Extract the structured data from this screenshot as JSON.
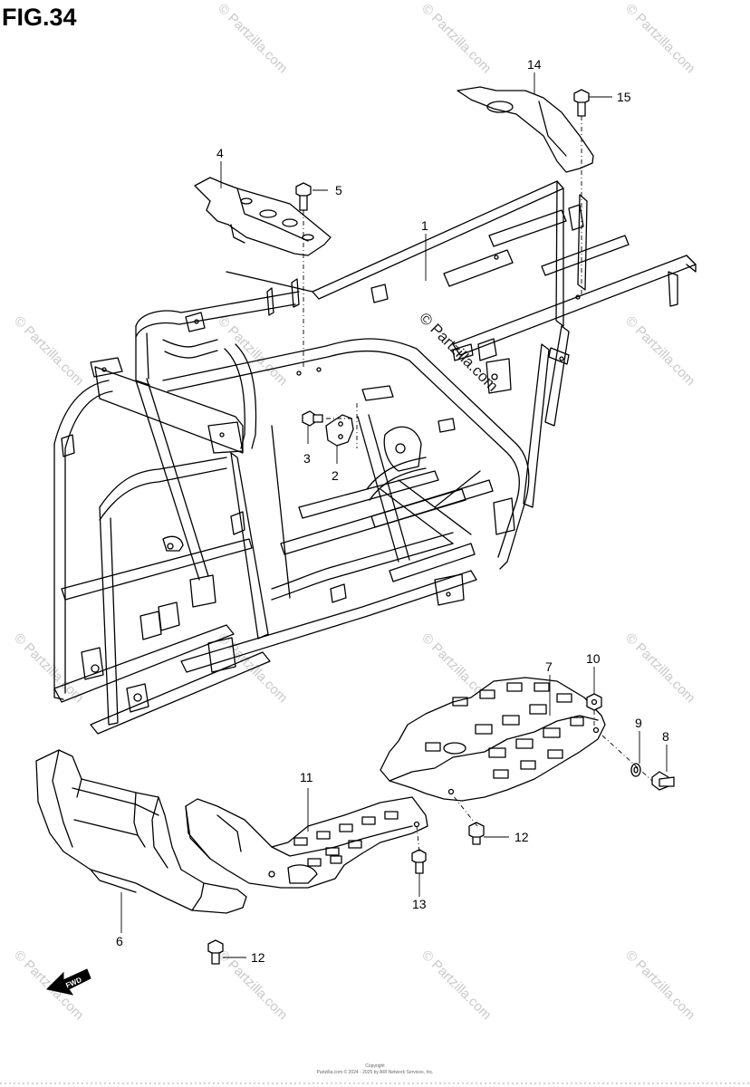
{
  "figure": {
    "title": "FIG.34",
    "fwd_label": "FWD",
    "copyright_line1": "Copyright",
    "copyright_line2": "Partzilla.com © 2024 - 2025 by ARI Network Services, Inc."
  },
  "watermark": {
    "text": "© Partzilla.com"
  },
  "callouts": [
    {
      "id": "1",
      "label": "1"
    },
    {
      "id": "2",
      "label": "2"
    },
    {
      "id": "3",
      "label": "3"
    },
    {
      "id": "4",
      "label": "4"
    },
    {
      "id": "5",
      "label": "5"
    },
    {
      "id": "6",
      "label": "6"
    },
    {
      "id": "7",
      "label": "7"
    },
    {
      "id": "8",
      "label": "8"
    },
    {
      "id": "9",
      "label": "9"
    },
    {
      "id": "10",
      "label": "10"
    },
    {
      "id": "11",
      "label": "11"
    },
    {
      "id": "12a",
      "label": "12"
    },
    {
      "id": "12b",
      "label": "12"
    },
    {
      "id": "13",
      "label": "13"
    },
    {
      "id": "14",
      "label": "14"
    },
    {
      "id": "15",
      "label": "15"
    }
  ]
}
